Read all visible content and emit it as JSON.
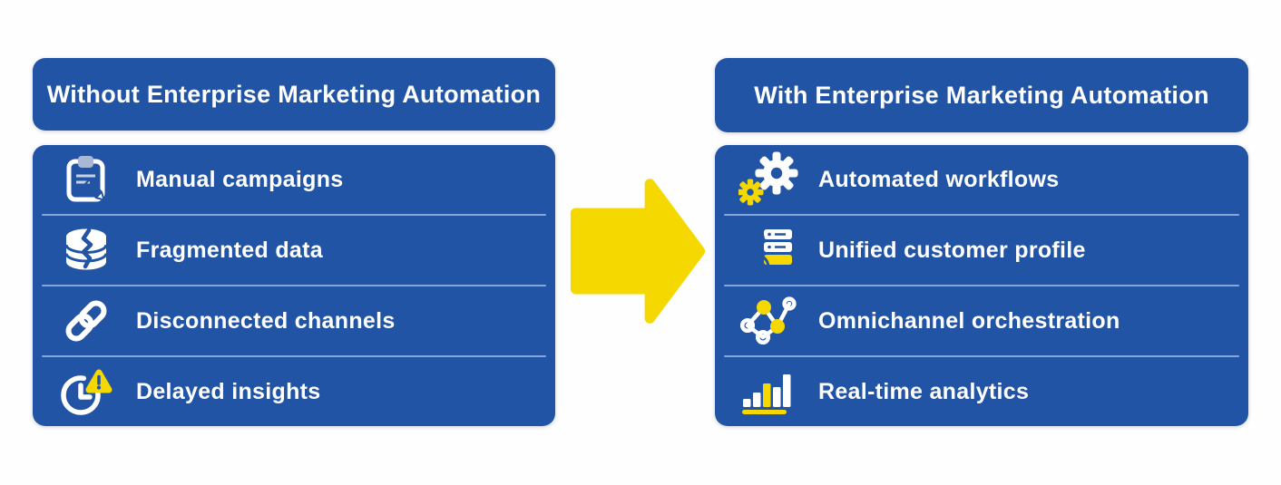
{
  "colors": {
    "panel_blue": "#2254A5",
    "divider_blue": "#8FB0DE",
    "accent_yellow": "#F5D800",
    "text_white": "#FFFFFF",
    "clip_gray": "#A9B8D4",
    "background": "#FEFEFE"
  },
  "left_panel": {
    "header": "Without Enterprise Marketing Automation",
    "items": [
      {
        "icon": "clipboard-pencil-icon",
        "label": "Manual campaigns"
      },
      {
        "icon": "cracked-database-icon",
        "label": "Fragmented data"
      },
      {
        "icon": "chain-link-icon",
        "label": "Disconnected channels"
      },
      {
        "icon": "clock-warning-icon",
        "label": "Delayed insights"
      }
    ]
  },
  "arrow": {
    "icon": "right-arrow-icon",
    "color": "#F5D800"
  },
  "right_panel": {
    "header": "With Enterprise Marketing Automation",
    "items": [
      {
        "icon": "gears-icon",
        "label": "Automated workflows"
      },
      {
        "icon": "customer-profile-icon",
        "label": "Unified customer profile"
      },
      {
        "icon": "network-nodes-icon",
        "label": "Omnichannel orchestration"
      },
      {
        "icon": "bar-chart-icon",
        "label": "Real-time analytics"
      }
    ]
  }
}
